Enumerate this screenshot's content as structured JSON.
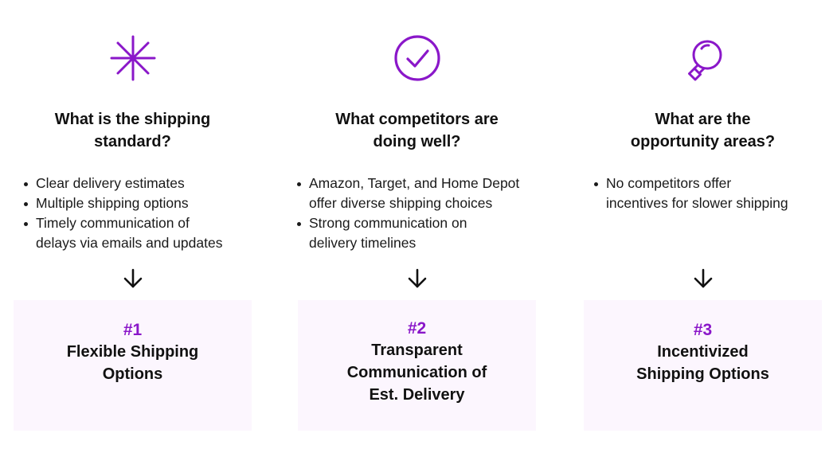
{
  "colors": {
    "accent": "#8a17c9",
    "card_background": "#fcf6fe",
    "text": "#111111"
  },
  "columns": [
    {
      "icon": "sparkle-asterisk-icon",
      "heading": [
        "What is the shipping",
        "standard?"
      ],
      "bullets": [
        [
          "Clear delivery estimates"
        ],
        [
          "Multiple shipping options"
        ],
        [
          "Timely communication of",
          "delays via emails and updates"
        ]
      ],
      "card": {
        "number": "#1",
        "title": [
          "Flexible Shipping",
          "Options"
        ]
      }
    },
    {
      "icon": "check-circle-icon",
      "heading": [
        "What competitors are",
        "doing well?"
      ],
      "bullets": [
        [
          "Amazon, Target, and Home Depot",
          "offer diverse shipping choices"
        ],
        [
          "Strong communication on",
          "delivery timelines"
        ]
      ],
      "card": {
        "number": "#2",
        "title": [
          "Transparent",
          "Communication of",
          "Est. Delivery"
        ]
      }
    },
    {
      "icon": "lightbulb-icon",
      "heading": [
        "What are the",
        "opportunity areas?"
      ],
      "bullets": [
        [
          "No competitors offer",
          "incentives for slower shipping"
        ]
      ],
      "card": {
        "number": "#3",
        "title": [
          "Incentivized",
          "Shipping Options"
        ]
      }
    }
  ]
}
